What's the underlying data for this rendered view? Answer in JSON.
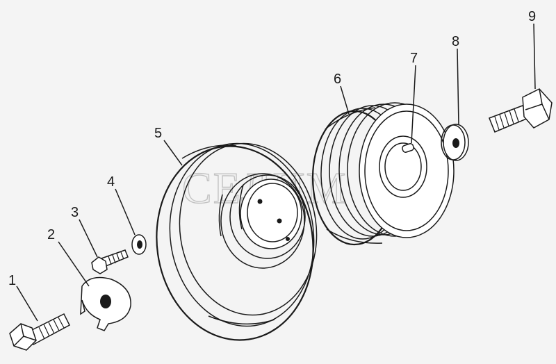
{
  "watermark": "СЕЛИМ",
  "callouts": [
    {
      "number": "1"
    },
    {
      "number": "2"
    },
    {
      "number": "3"
    },
    {
      "number": "4"
    },
    {
      "number": "5"
    },
    {
      "number": "6"
    },
    {
      "number": "7"
    },
    {
      "number": "8"
    },
    {
      "number": "9"
    }
  ]
}
